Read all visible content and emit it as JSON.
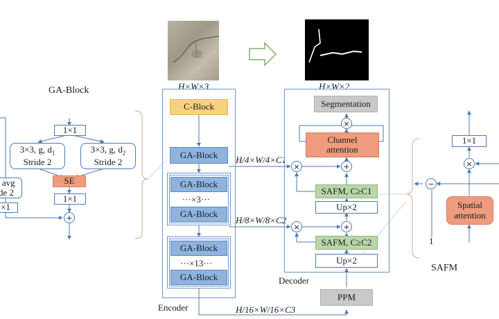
{
  "top": {
    "input_label": "H×W×3",
    "output_label": "H×W×2"
  },
  "ga_block": {
    "title": "GA-Block",
    "conv1": "1×1",
    "branch_left_line1": "3×3, g, d",
    "branch_left_sub": "1",
    "branch_left_line2": "Stride 2",
    "branch_right_line1": "3×3, g, d",
    "branch_right_sub": "2",
    "branch_right_line2": "Stride 2",
    "side_line1": ", avg",
    "side_line2": "de 2",
    "side_conv": "×1",
    "se": "SE",
    "conv2": "1×1",
    "plus": "+"
  },
  "encoder": {
    "label": "Encoder",
    "c_block": "C-Block",
    "ga_single": "GA-Block",
    "group1_top": "GA-Block",
    "group1_repeat": "···×3···",
    "group1_bottom": "GA-Block",
    "group2_top": "GA-Block",
    "group2_repeat": "···×13···",
    "group2_bottom": "GA-Block"
  },
  "connections": {
    "c1": "H/4×W/4×C1",
    "c2": "H/8×W/8×C2",
    "c3": "H/16×W/16×C3"
  },
  "decoder": {
    "label": "Decoder",
    "segmentation": "Segmentation",
    "channel_attention": "Channel attention",
    "safm_c1": "SAFM, C≥C1",
    "up1": "Up×2",
    "safm_c2": "SAFM, C≥C2",
    "up2": "Up×2",
    "ppm": "PPM",
    "times": "×",
    "plus": "+"
  },
  "safm": {
    "label": "SAFM",
    "conv": "1×1",
    "spatial_attention": "Spatial attention",
    "minus": "−",
    "times": "×",
    "one": "1"
  },
  "colors": {
    "line": "#4a79b3",
    "blue_block": "#8fb3df",
    "green_block": "#b9d6a9",
    "salmon_block": "#ef9b7f",
    "yellow_block": "#f7d27e",
    "gray_block": "#c9c9c9",
    "bracket": "#d9a78f"
  }
}
